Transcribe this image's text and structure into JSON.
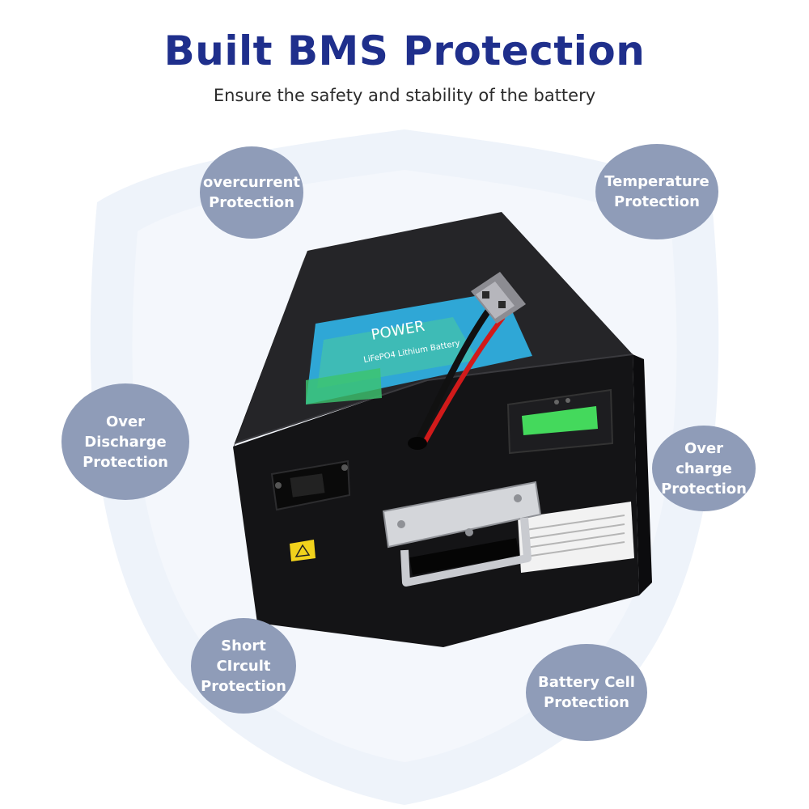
{
  "header": {
    "title": "Built BMS Protection",
    "subtitle": "Ensure the safety and stability of the battery"
  },
  "features": [
    {
      "label": "overcurrent\nProtection"
    },
    {
      "label": "Temperature\nProtection"
    },
    {
      "label": "Over Discharge\nProtection"
    },
    {
      "label": "Over charge\nProtection"
    },
    {
      "label": "Short CIrcult\nProtection"
    },
    {
      "label": "Battery Cell\nProtection"
    }
  ],
  "product": {
    "label_brand": "POWER",
    "label_type": "LiFePO4 Lithium Battery"
  },
  "colors": {
    "title": "#1f2f8c",
    "bubble": "#8f9cb8",
    "shield": "#eef3fa",
    "case": "#141416"
  }
}
